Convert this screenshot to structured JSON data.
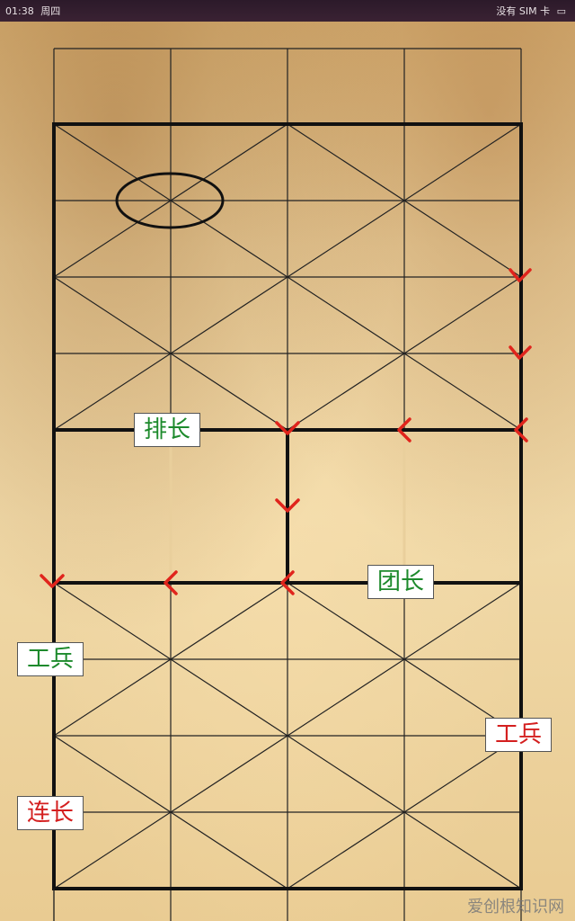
{
  "status_bar": {
    "time": "01:38",
    "weekday": "周四",
    "sim": "没有 SIM 卡"
  },
  "board": {
    "ring_marker": "ellipse-highlight",
    "arrow_color": "#e0241c"
  },
  "pieces": {
    "platoon_leader": {
      "text": "排长",
      "color": "#1d8a2c"
    },
    "regiment_leader": {
      "text": "团长",
      "color": "#1d8a2c"
    },
    "engineer_left": {
      "text": "工兵",
      "color": "#1d8a2c"
    },
    "engineer_right": {
      "text": "工兵",
      "color": "#d41f1f"
    },
    "company_leader": {
      "text": "连长",
      "color": "#d41f1f"
    }
  },
  "watermark": "爱创根知识网"
}
